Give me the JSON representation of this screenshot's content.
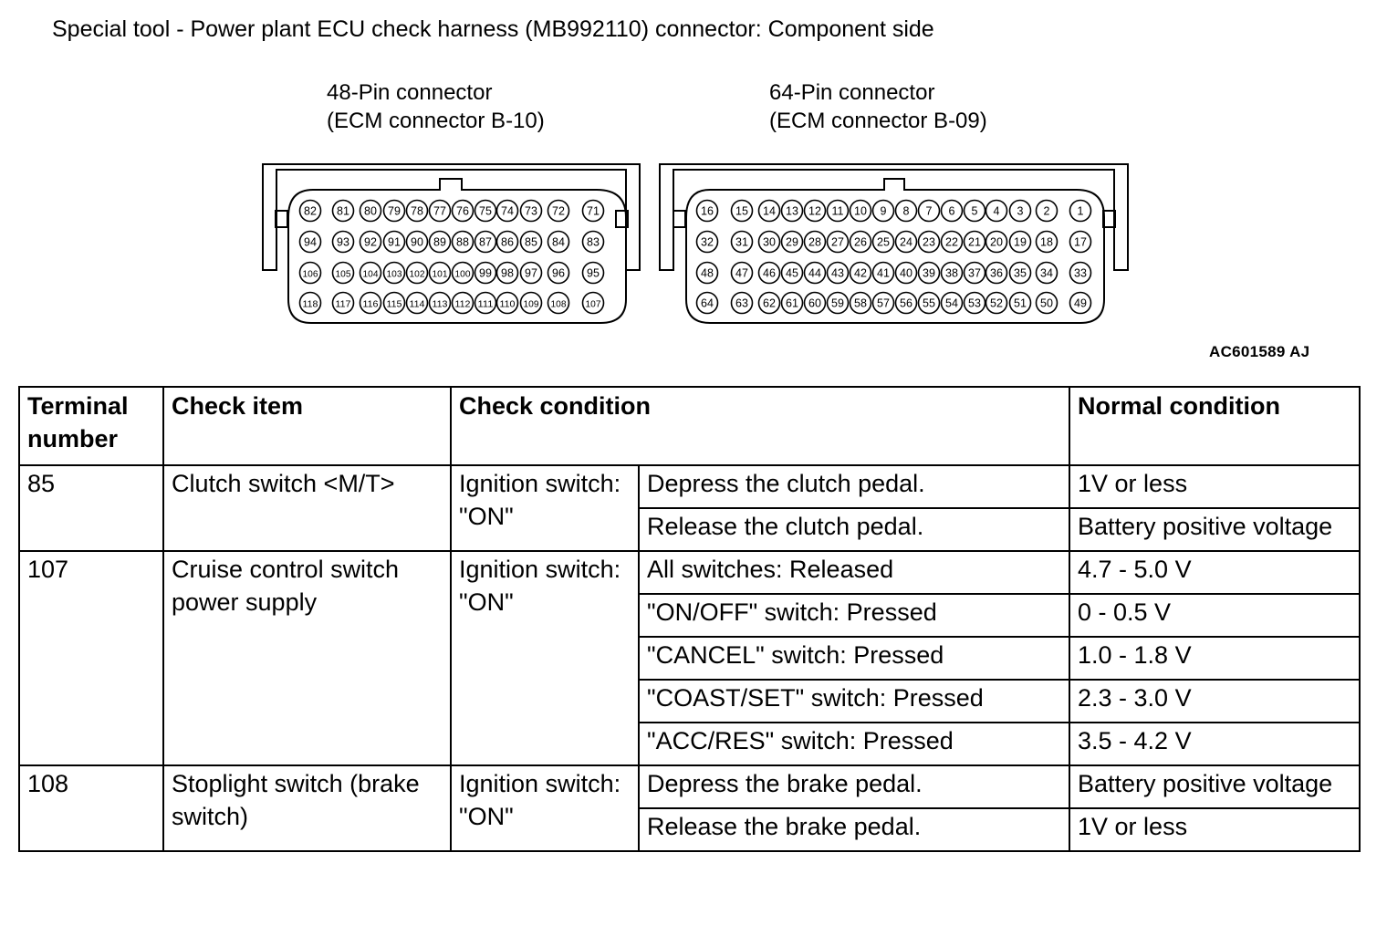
{
  "title": "Special tool - Power plant ECU check harness (MB992110) connector: Component side",
  "connectors": [
    {
      "label_line1": "48-Pin connector",
      "label_line2": "(ECM connector B-10)",
      "rows": [
        [
          "82",
          "81",
          "80",
          "79",
          "78",
          "77",
          "76",
          "75",
          "74",
          "73",
          "72",
          "71"
        ],
        [
          "94",
          "93",
          "92",
          "91",
          "90",
          "89",
          "88",
          "87",
          "86",
          "85",
          "84",
          "83"
        ],
        [
          "106",
          "105",
          "104",
          "103",
          "102",
          "101",
          "100",
          "99",
          "98",
          "97",
          "96",
          "95"
        ],
        [
          "118",
          "117",
          "116",
          "115",
          "114",
          "113",
          "112",
          "111",
          "110",
          "109",
          "108",
          "107"
        ]
      ]
    },
    {
      "label_line1": "64-Pin connector",
      "label_line2": "(ECM connector B-09)",
      "rows": [
        [
          "16",
          "15",
          "14",
          "13",
          "12",
          "11",
          "10",
          "9",
          "8",
          "7",
          "6",
          "5",
          "4",
          "3",
          "2",
          "1"
        ],
        [
          "32",
          "31",
          "30",
          "29",
          "28",
          "27",
          "26",
          "25",
          "24",
          "23",
          "22",
          "21",
          "20",
          "19",
          "18",
          "17"
        ],
        [
          "48",
          "47",
          "46",
          "45",
          "44",
          "43",
          "42",
          "41",
          "40",
          "39",
          "38",
          "37",
          "36",
          "35",
          "34",
          "33"
        ],
        [
          "64",
          "63",
          "62",
          "61",
          "60",
          "59",
          "58",
          "57",
          "56",
          "55",
          "54",
          "53",
          "52",
          "51",
          "50",
          "49"
        ]
      ]
    }
  ],
  "figure_id": "AC601589 AJ",
  "table": {
    "headers": {
      "terminal": "Terminal number",
      "check_item": "Check item",
      "check_condition": "Check condition",
      "normal_condition": "Normal condition"
    },
    "groups": [
      {
        "terminal": "85",
        "check_item": "Clutch switch <M/T>",
        "condition": "Ignition switch: \"ON\"",
        "rows": [
          {
            "sub_condition": "Depress the clutch pedal.",
            "normal": "1V or less"
          },
          {
            "sub_condition": "Release the clutch pedal.",
            "normal": "Battery positive voltage"
          }
        ]
      },
      {
        "terminal": "107",
        "check_item": "Cruise control switch power supply",
        "condition": "Ignition switch: \"ON\"",
        "rows": [
          {
            "sub_condition": "All switches: Released",
            "normal": "4.7 - 5.0 V"
          },
          {
            "sub_condition": "\"ON/OFF\" switch: Pressed",
            "normal": "0 - 0.5 V"
          },
          {
            "sub_condition": "\"CANCEL\" switch: Pressed",
            "normal": "1.0 - 1.8 V"
          },
          {
            "sub_condition": "\"COAST/SET\" switch: Pressed",
            "normal": "2.3 - 3.0 V"
          },
          {
            "sub_condition": "\"ACC/RES\" switch: Pressed",
            "normal": "3.5 - 4.2 V"
          }
        ]
      },
      {
        "terminal": "108",
        "check_item": "Stoplight switch (brake switch)",
        "condition": "Ignition switch: \"ON\"",
        "rows": [
          {
            "sub_condition": "Depress the brake pedal.",
            "normal": "Battery positive voltage"
          },
          {
            "sub_condition": "Release the brake pedal.",
            "normal": "1V or less"
          }
        ]
      }
    ]
  }
}
